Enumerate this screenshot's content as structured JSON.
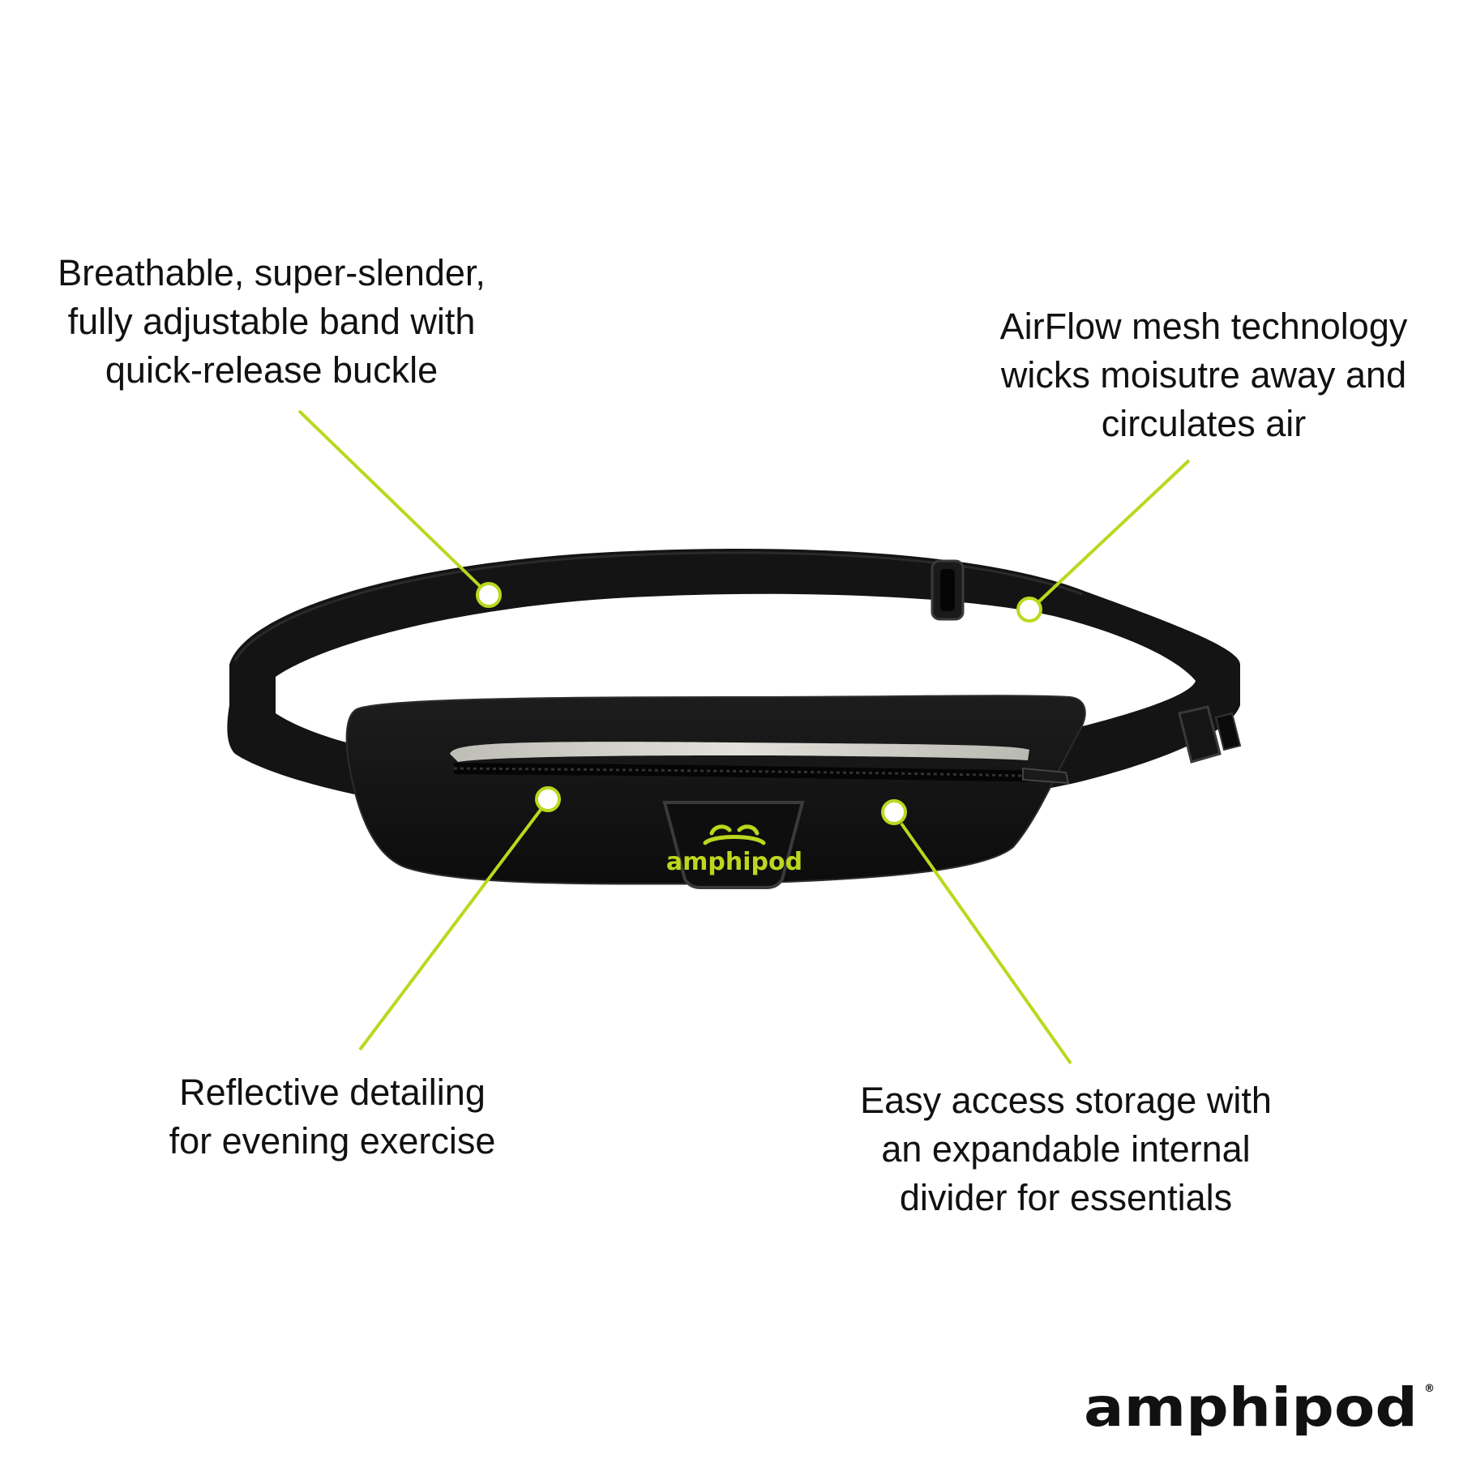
{
  "callouts": {
    "band": [
      "Breathable, super-slender,",
      "fully adjustable band with",
      "quick-release buckle"
    ],
    "mesh": [
      "AirFlow mesh technology",
      "wicks moisutre away and",
      "circulates air"
    ],
    "reflective": [
      "Reflective detailing",
      "for evening exercise"
    ],
    "storage": [
      "Easy access storage with",
      "an expandable internal",
      "divider for essentials"
    ]
  },
  "product": {
    "logo_text": "amphipod"
  },
  "brand": {
    "logo_text": "amphipod",
    "registered_mark": "®"
  },
  "colors": {
    "accent": "#bcd71e",
    "belt": "#141414",
    "text": "#111111",
    "background": "#ffffff"
  }
}
